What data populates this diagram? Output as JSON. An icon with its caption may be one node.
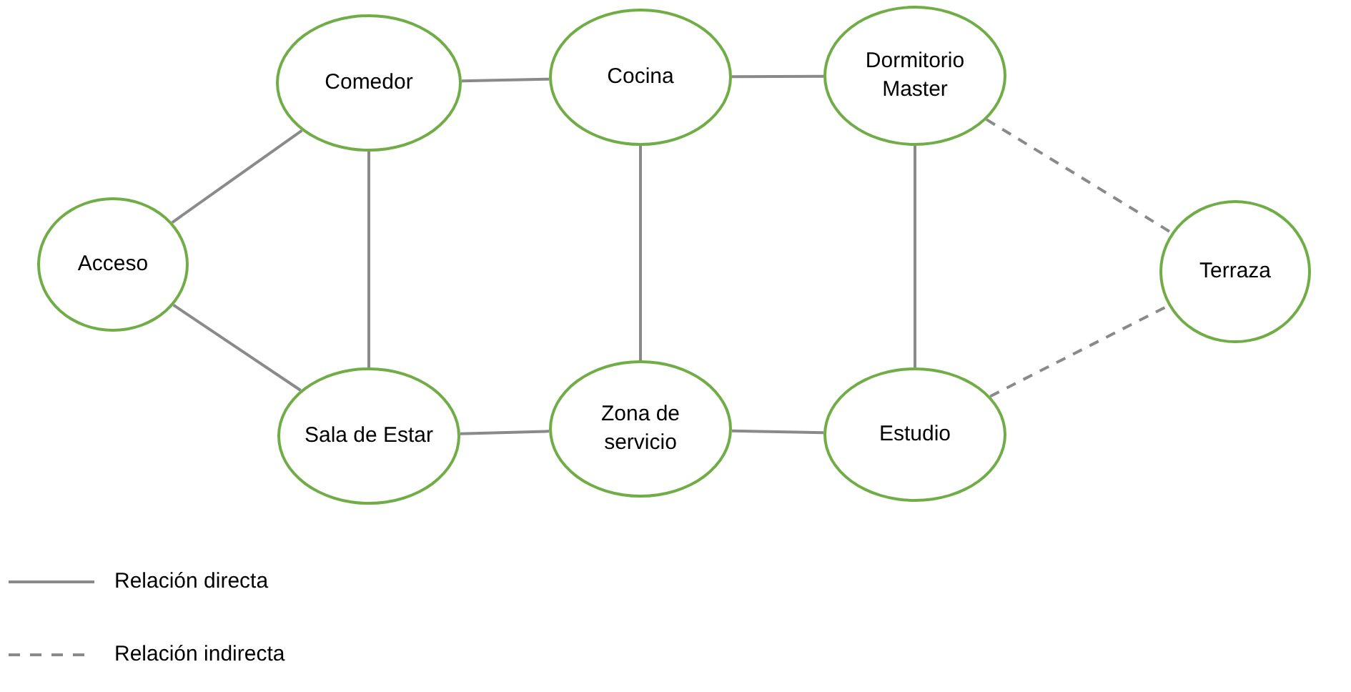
{
  "diagram": {
    "nodes": [
      {
        "text": [
          "Comedor"
        ]
      },
      {
        "text": [
          "Cocina"
        ]
      },
      {
        "text": [
          "Dormitorio Master"
        ]
      },
      {
        "text": [
          "Acceso"
        ]
      },
      {
        "text": [
          "Terraza"
        ]
      },
      {
        "text": [
          "Sala de Estar"
        ]
      },
      {
        "text": [
          "Zona de servicio"
        ]
      },
      {
        "text": [
          "Estudio"
        ]
      }
    ],
    "edges": [
      {
        "from": 3,
        "to": 0,
        "arrow": "none"
      },
      {
        "from": 3,
        "to": 5,
        "arrow": "none"
      },
      {
        "from": 0,
        "to": 1,
        "arrow": "none"
      },
      {
        "from": 0,
        "to": 5,
        "arrow": "none"
      },
      {
        "from": 1,
        "to": 2,
        "arrow": "none"
      },
      {
        "from": 1,
        "to": 6,
        "arrow": "none"
      },
      {
        "from": 2,
        "to": 7,
        "arrow": "none"
      },
      {
        "from": 2,
        "to": 4,
        "arrow": "none",
        "style": "dashed"
      },
      {
        "from": 5,
        "to": 6,
        "arrow": "none"
      },
      {
        "from": 6,
        "to": 7,
        "arrow": "none"
      },
      {
        "from": 7,
        "to": 4,
        "arrow": "none",
        "style": "dashed"
      }
    ],
    "legend": [
      {
        "text": "Relación directa"
      },
      {
        "text": "Relación indirecta"
      }
    ]
  }
}
